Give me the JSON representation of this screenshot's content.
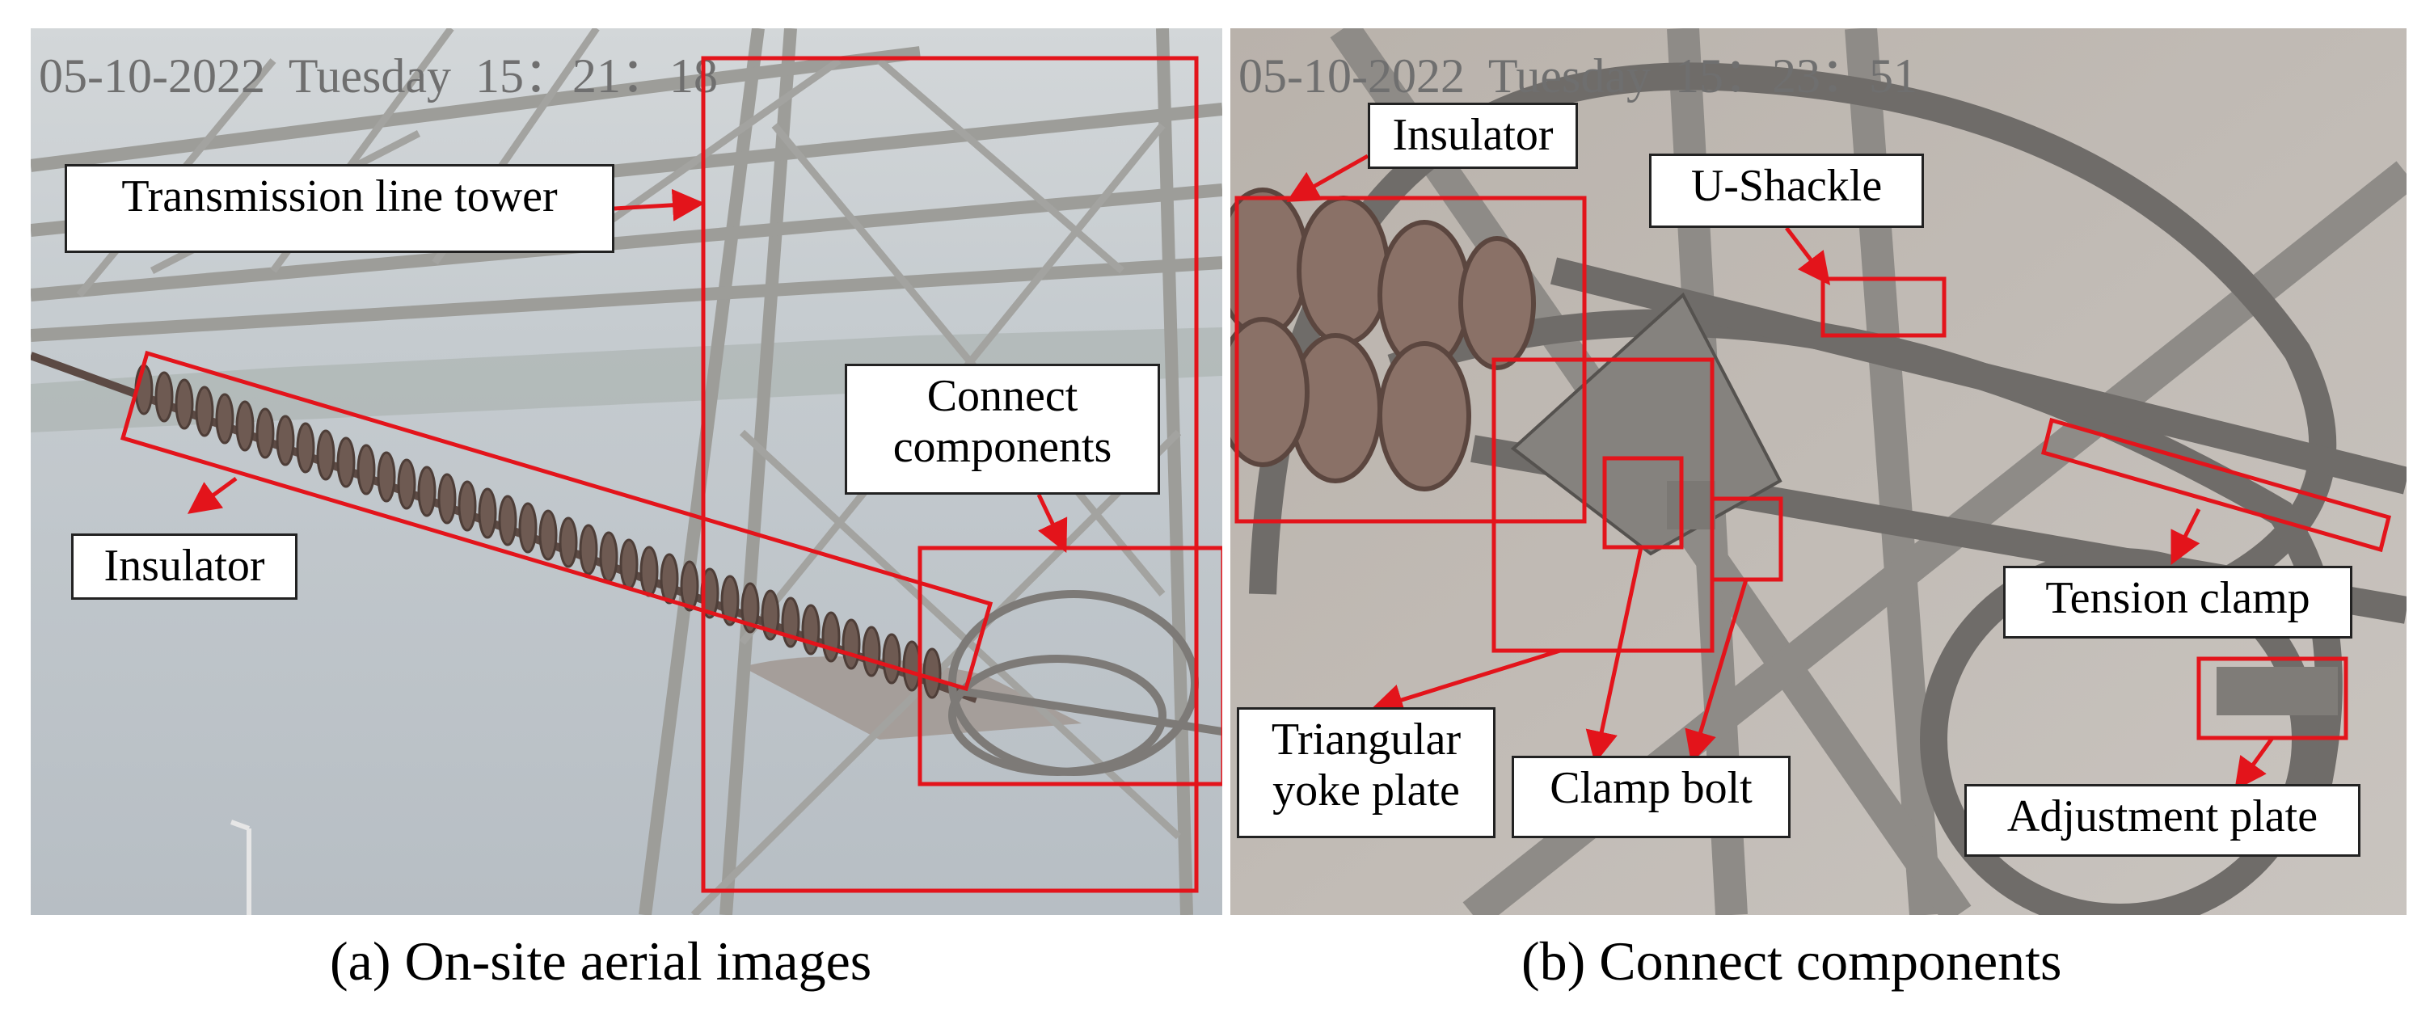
{
  "panel_a": {
    "timestamp": "05-10-2022  Tuesday  15：21：18",
    "labels": {
      "tower": "Transmission line tower",
      "connect": "Connect\ncomponents",
      "insulator": "Insulator"
    },
    "caption": "(a) On-site aerial images"
  },
  "panel_b": {
    "timestamp": "05-10-2022  Tuesday  15：23：51",
    "labels": {
      "insulator": "Insulator",
      "u_shackle": "U-Shackle",
      "tension_clamp": "Tension clamp",
      "triangular": "Triangular\nyoke plate",
      "clamp_bolt": "Clamp bolt",
      "adjustment": "Adjustment plate"
    },
    "caption": "(b) Connect components"
  },
  "colors": {
    "annotation": "#e3141b",
    "sky": "#c9cfd2",
    "steel": "#a9a9a6",
    "insulator": "#6e5a52"
  }
}
